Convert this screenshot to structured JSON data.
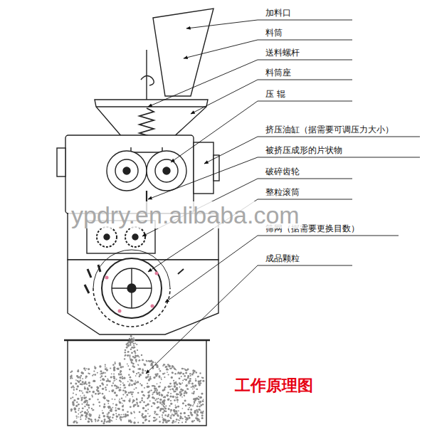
{
  "diagram": {
    "caption": "工作原理图",
    "labels": [
      "加料口",
      "料筒",
      "送料螺杆",
      "料筒座",
      "压 辊",
      "挤压油缸（据需要可调压力大小）",
      "被挤压成形的片状物",
      "破碎齿轮",
      "整粒滚筒",
      "筛网（据需要更换目数）",
      "成品颗粒",
      "ypdry.en.alibaba.com"
    ]
  }
}
